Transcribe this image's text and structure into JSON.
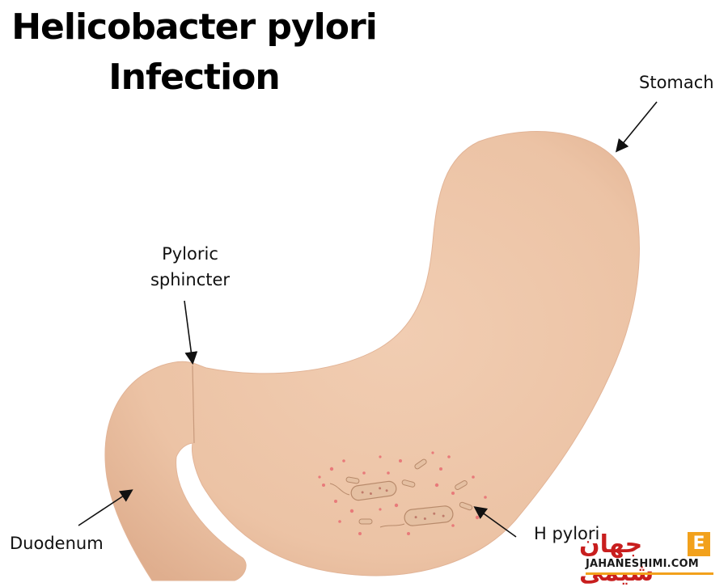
{
  "title": {
    "line1": "Helicobacter pylori",
    "line2": "Infection"
  },
  "labels": {
    "stomach": "Stomach",
    "pyloric_line1": "Pyloric",
    "pyloric_line2": "sphincter",
    "duodenum": "Duodenum",
    "h_pylori": "H pylori"
  },
  "watermark": {
    "arabic": "جهان شیمی",
    "e_letter": "E",
    "latin": "JAHANESHIMI.COM"
  },
  "colors": {
    "stomach_fill": "#ecc3a5",
    "stomach_shade": "#d9a98a",
    "bacteria_dot": "#e87a7a",
    "bacteria_body": "#d8b08f",
    "arrow": "#111111",
    "watermark_red": "#c81e1e",
    "watermark_orange": "#f2a11c"
  }
}
